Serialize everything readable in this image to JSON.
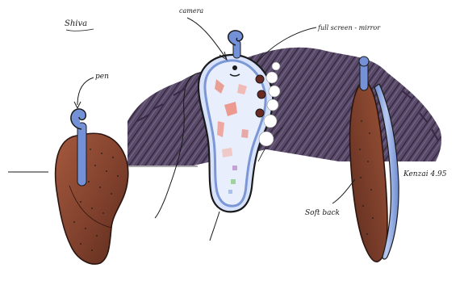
{
  "labels": {
    "title": "Shiva",
    "pen": "pen",
    "camera": "camera",
    "mirror": "full screen - mirror",
    "soft_back": "Soft back",
    "signature": "Kenzai 4.95"
  },
  "colors": {
    "paper": "#ffffff",
    "ink": "#1a1a1a",
    "wood_brown": "#8b4a36",
    "wood_dark": "#5e2c1e",
    "blue_device": "#7e9ad6",
    "pale_blue": "#dde6fb",
    "purple_scribble": "#3a2747",
    "pink_marks": "#e07a70"
  },
  "icons": {
    "pen_tip": "spiral-curl-icon",
    "camera_lens": "camera-icon"
  }
}
